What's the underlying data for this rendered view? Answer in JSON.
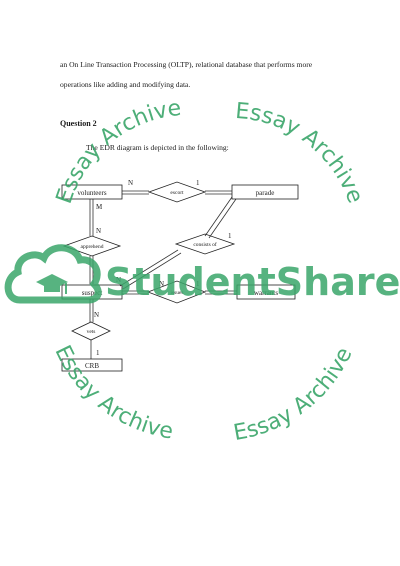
{
  "document": {
    "line1": "an On Line Transaction Processing (OLTP), relational database that performs more",
    "line2": "operations like adding and modifying data.",
    "heading": "Question 2",
    "intro": "The EDR diagram is depicted in the following:"
  },
  "diagram": {
    "entities": {
      "volunteers": "volunteers",
      "parade": "parade",
      "suspect": "suspect",
      "warrants": "warrants",
      "crb": "CRB"
    },
    "relationships": {
      "escort": "escort",
      "apprehend": "apprehend",
      "consists_of": "consists of",
      "issues": "issues",
      "vets": "vets"
    },
    "cardinalities": {
      "escort_volunteers": "N",
      "escort_parade": "1",
      "volunteers_apprehend": "M",
      "apprehend_suspect": "N",
      "consists_parade": "1",
      "consists_suspect": "N",
      "issues_suspect": "N",
      "issues_warrants": "1",
      "vets_suspect": "N",
      "vets_crb": "1"
    }
  },
  "watermark": {
    "brand": "StudentShare",
    "archive_text": "Essay Archive",
    "colors": {
      "green": "#3aa66a",
      "green_light": "#7cc79a"
    }
  }
}
